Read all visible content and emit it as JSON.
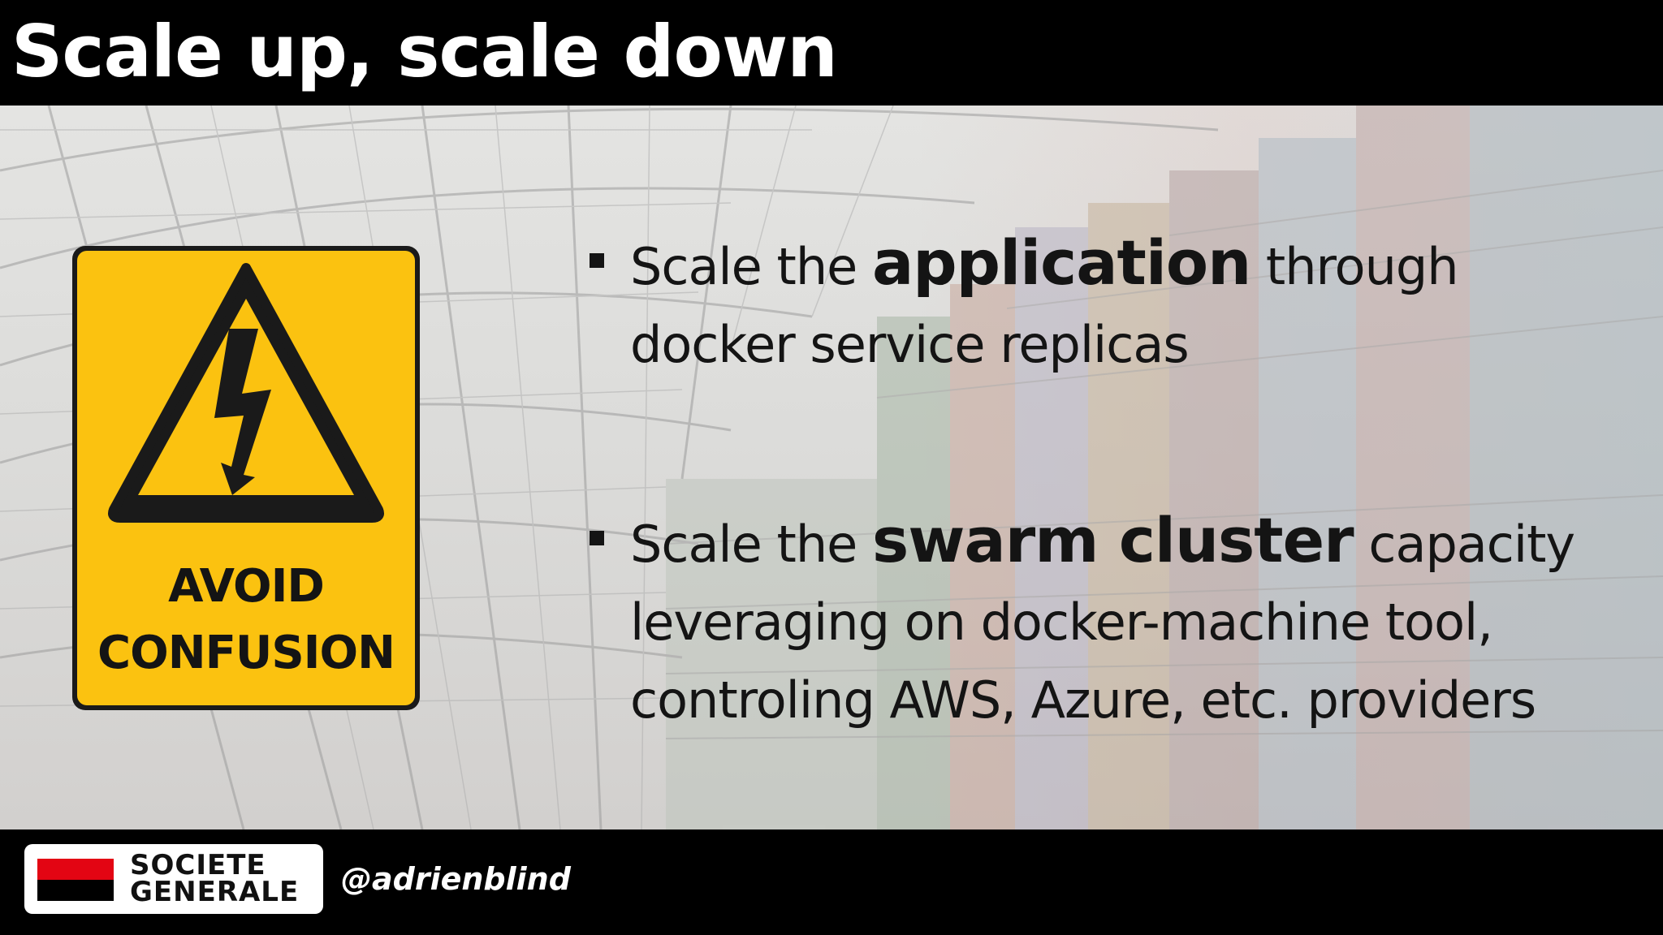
{
  "slide": {
    "title": "Scale up, scale down",
    "sign": {
      "line1": "AVOID",
      "line2": "CONFUSION",
      "icon": "electric-hazard-icon",
      "color": "#fbc210"
    },
    "bullets": [
      {
        "before": "Scale the ",
        "strong": "application",
        "after": " through docker service replicas"
      },
      {
        "before": "Scale the ",
        "strong": "swarm cluster",
        "after": " capacity leveraging on docker-machine tool, controling AWS, Azure, etc. providers"
      }
    ]
  },
  "footer": {
    "logo_line1": "SOCIETE",
    "logo_line2": "GENERALE",
    "handle": "@adrienblind",
    "logo_colors": [
      "#e30513",
      "#000000"
    ]
  }
}
